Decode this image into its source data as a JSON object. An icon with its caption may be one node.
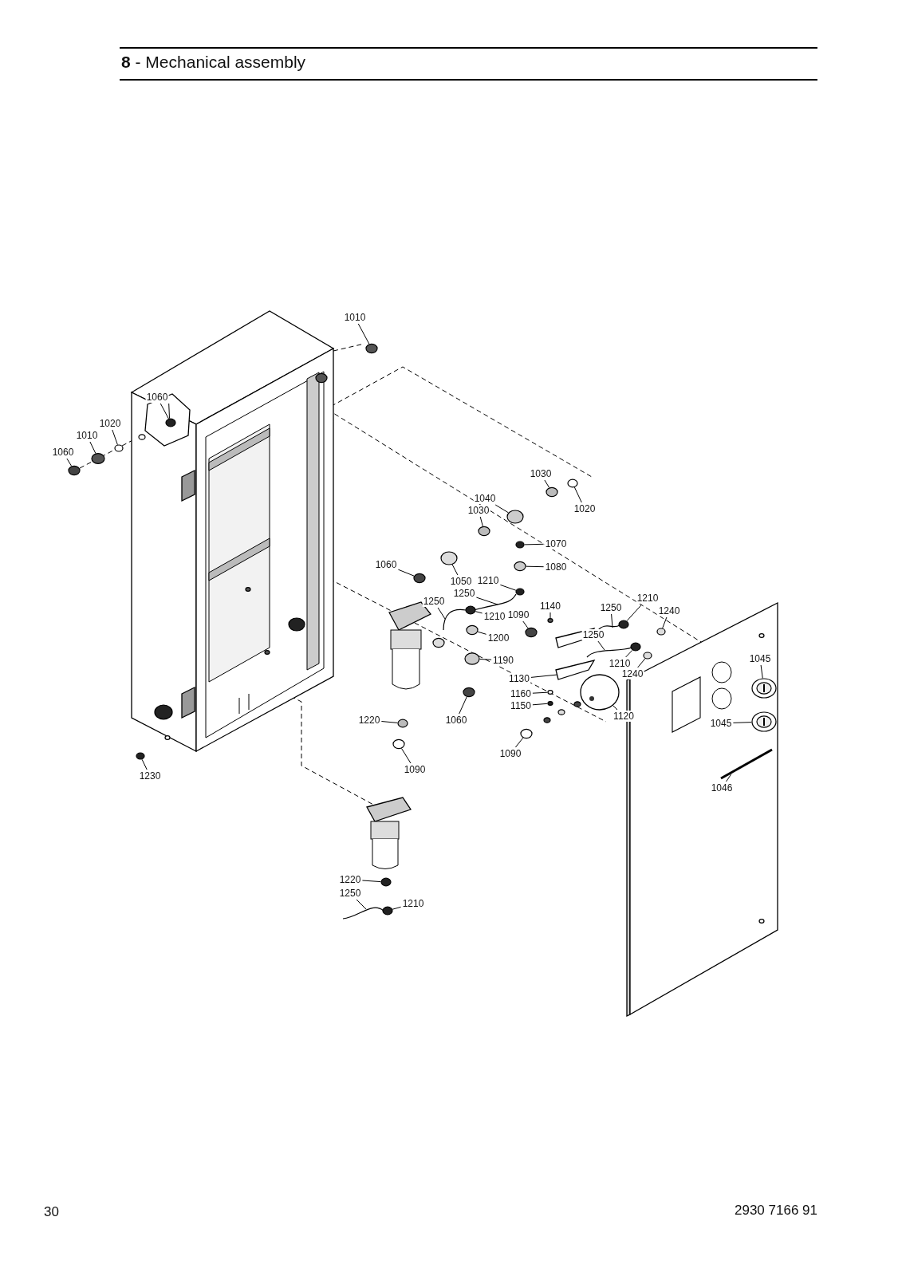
{
  "diagram": {
    "title": "**8** - Mechanical assembly",
    "nodes": [
      {
        "text": [
          "1010"
        ]
      },
      {
        "text": [
          "1060"
        ]
      },
      {
        "text": [
          "1020"
        ]
      },
      {
        "text": [
          "1010"
        ]
      },
      {
        "text": [
          "1060"
        ]
      },
      {
        "text": [
          "1030"
        ]
      },
      {
        "text": [
          "1040"
        ]
      },
      {
        "text": [
          "1020"
        ]
      },
      {
        "text": [
          "1030"
        ]
      },
      {
        "text": [
          "1070"
        ]
      },
      {
        "text": [
          "1060"
        ]
      },
      {
        "text": [
          "1080"
        ]
      },
      {
        "text": [
          "1050"
        ]
      },
      {
        "text": [
          "1210"
        ]
      },
      {
        "text": [
          "1250"
        ]
      },
      {
        "text": [
          "1250"
        ]
      },
      {
        "text": [
          "1210"
        ]
      },
      {
        "text": [
          "1090"
        ]
      },
      {
        "text": [
          "1140"
        ]
      },
      {
        "text": [
          "1250"
        ]
      },
      {
        "text": [
          "1210"
        ]
      },
      {
        "text": [
          "1240"
        ]
      },
      {
        "text": [
          "1200"
        ]
      },
      {
        "text": [
          "1250"
        ]
      },
      {
        "text": [
          "1190"
        ]
      },
      {
        "text": [
          "1210"
        ]
      },
      {
        "text": [
          "1240"
        ]
      },
      {
        "text": [
          "1045"
        ]
      },
      {
        "text": [
          "1130"
        ]
      },
      {
        "text": [
          "1160"
        ]
      },
      {
        "text": [
          "1150"
        ]
      },
      {
        "text": [
          "1220"
        ]
      },
      {
        "text": [
          "1060"
        ]
      },
      {
        "text": [
          "1120"
        ]
      },
      {
        "text": [
          "1045"
        ]
      },
      {
        "text": [
          "1090"
        ]
      },
      {
        "text": [
          "1090"
        ]
      },
      {
        "text": [
          "1046"
        ]
      },
      {
        "text": [
          "1230"
        ]
      },
      {
        "text": [
          "1220"
        ]
      },
      {
        "text": [
          "1250"
        ]
      },
      {
        "text": [
          "1210"
        ]
      },
      {
        "text": [],
        "shape": "circle"
      },
      {
        "text": [],
        "shape": "circle"
      },
      {
        "text": [],
        "shape": "circle"
      },
      {
        "text": [],
        "shape": "circle"
      },
      {
        "text": [],
        "shape": "circle"
      },
      {
        "text": [],
        "shape": "circle"
      },
      {
        "text": [],
        "shape": "circle"
      },
      {
        "text": [],
        "shape": "circle"
      },
      {
        "text": [],
        "shape": "circle"
      },
      {
        "text": [],
        "shape": "circle"
      },
      {
        "text": [],
        "shape": "circle"
      },
      {
        "text": [],
        "shape": "circle"
      },
      {
        "text": [],
        "shape": "circle"
      },
      {
        "text": [],
        "shape": "circle"
      },
      {
        "text": [],
        "shape": "picture"
      },
      {
        "text": [],
        "shape": "picture"
      },
      {
        "text": [],
        "shape": "circle"
      },
      {
        "text": [],
        "shape": "circle"
      },
      {
        "text": [],
        "shape": "circle"
      },
      {
        "text": [],
        "shape": "picture"
      },
      {
        "text": [],
        "shape": "circle"
      },
      {
        "text": [],
        "shape": "circle"
      },
      {
        "text": [],
        "shape": "circle"
      },
      {
        "text": [],
        "shape": "picture"
      },
      {
        "text": [],
        "shape": "circle"
      },
      {
        "text": [],
        "shape": "circle"
      },
      {
        "text": [],
        "shape": "circle"
      },
      {
        "text": [],
        "shape": "picture"
      },
      {
        "text": [],
        "shape": "picture"
      },
      {
        "text": [],
        "shape": "circle"
      },
      {
        "text": [],
        "shape": "circle"
      },
      {
        "text": [],
        "shape": "circle"
      },
      {
        "text": [],
        "shape": "circle"
      },
      {
        "text": [],
        "shape": "picture"
      },
      {
        "text": [],
        "shape": "picture"
      },
      {
        "text": [],
        "shape": "circle"
      },
      {
        "text": [],
        "shape": "circle"
      },
      {
        "text": [],
        "shape": "picture"
      },
      {
        "text": [],
        "shape": "circle"
      },
      {
        "text": [],
        "shape": "circle"
      },
      {
        "text": [],
        "shape": "picture"
      },
      {
        "text": [],
        "shape": "circle"
      }
    ],
    "edges": [
      {
        "from": 0,
        "to": 42,
        "arrow": "none"
      },
      {
        "from": 1,
        "to": 43,
        "arrow": "none"
      },
      {
        "from": 1,
        "to": 43,
        "arrow": "none"
      },
      {
        "from": 2,
        "to": 44,
        "arrow": "none"
      },
      {
        "from": 3,
        "to": 45,
        "arrow": "none"
      },
      {
        "from": 4,
        "to": 46,
        "arrow": "none"
      },
      {
        "from": 5,
        "to": 47,
        "arrow": "none"
      },
      {
        "from": 6,
        "to": 48,
        "arrow": "none"
      },
      {
        "from": 7,
        "to": 49,
        "arrow": "none"
      },
      {
        "from": 8,
        "to": 50,
        "arrow": "none"
      },
      {
        "from": 9,
        "to": 51,
        "arrow": "none"
      },
      {
        "from": 10,
        "to": 52,
        "arrow": "none"
      },
      {
        "from": 11,
        "to": 53,
        "arrow": "none"
      },
      {
        "from": 12,
        "to": 54,
        "arrow": "none"
      },
      {
        "from": 13,
        "to": 55,
        "arrow": "none"
      },
      {
        "from": 14,
        "to": 56,
        "arrow": "none"
      },
      {
        "from": 15,
        "to": 57,
        "arrow": "none"
      },
      {
        "from": 16,
        "to": 58,
        "arrow": "none"
      },
      {
        "from": 17,
        "to": 59,
        "arrow": "none"
      },
      {
        "from": 18,
        "to": 60,
        "arrow": "none"
      },
      {
        "from": 19,
        "to": 61,
        "arrow": "none"
      },
      {
        "from": 20,
        "to": 62,
        "arrow": "none"
      },
      {
        "from": 21,
        "to": 63,
        "arrow": "none"
      },
      {
        "from": 22,
        "to": 64,
        "arrow": "none"
      },
      {
        "from": 23,
        "to": 65,
        "arrow": "none"
      },
      {
        "from": 24,
        "to": 66,
        "arrow": "none"
      },
      {
        "from": 25,
        "to": 67,
        "arrow": "none"
      },
      {
        "from": 26,
        "to": 68,
        "arrow": "none"
      },
      {
        "from": 27,
        "to": 69,
        "arrow": "none"
      },
      {
        "from": 28,
        "to": 70,
        "arrow": "none"
      },
      {
        "from": 29,
        "to": 71,
        "arrow": "none"
      },
      {
        "from": 30,
        "to": 72,
        "arrow": "none"
      },
      {
        "from": 31,
        "to": 73,
        "arrow": "none"
      },
      {
        "from": 32,
        "to": 74,
        "arrow": "none"
      },
      {
        "from": 33,
        "to": 75,
        "arrow": "none"
      },
      {
        "from": 34,
        "to": 76,
        "arrow": "none"
      },
      {
        "from": 35,
        "to": 77,
        "arrow": "none"
      },
      {
        "from": 36,
        "to": 78,
        "arrow": "none"
      },
      {
        "from": 37,
        "to": 79,
        "arrow": "none"
      },
      {
        "from": 38,
        "to": 80,
        "arrow": "none"
      },
      {
        "from": 39,
        "to": 81,
        "arrow": "none"
      },
      {
        "from": 40,
        "to": 82,
        "arrow": "none"
      },
      {
        "from": 41,
        "to": 83,
        "arrow": "none"
      }
    ],
    "labels": [
      "30",
      "2930 7166 91"
    ]
  }
}
